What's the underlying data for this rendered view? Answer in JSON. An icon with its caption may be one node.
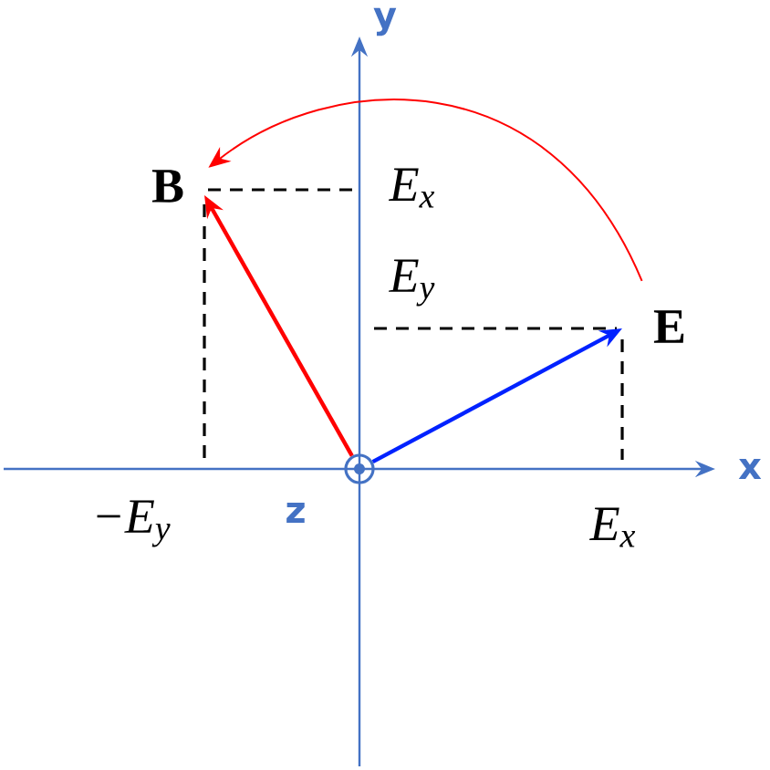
{
  "diagram": {
    "nodes": [
      {
        "text": [],
        "shape": "circle"
      },
      {
        "text": [
          "B"
        ]
      },
      {
        "text": [
          "E"
        ]
      }
    ],
    "edges": [
      {
        "from": 0,
        "to": 2,
        "arrow": "to",
        "color": "#0022ff"
      },
      {
        "from": 0,
        "to": 1,
        "arrow": "to",
        "color": "#ff0000"
      },
      {
        "from": 2,
        "to": 1,
        "arrow": "to",
        "color": "#ff0000"
      }
    ],
    "labels": [
      "y",
      "E$_{x}$",
      "E$_{y}$",
      "x",
      "−E$_{y}$",
      "z",
      "E$_{x}$"
    ]
  }
}
